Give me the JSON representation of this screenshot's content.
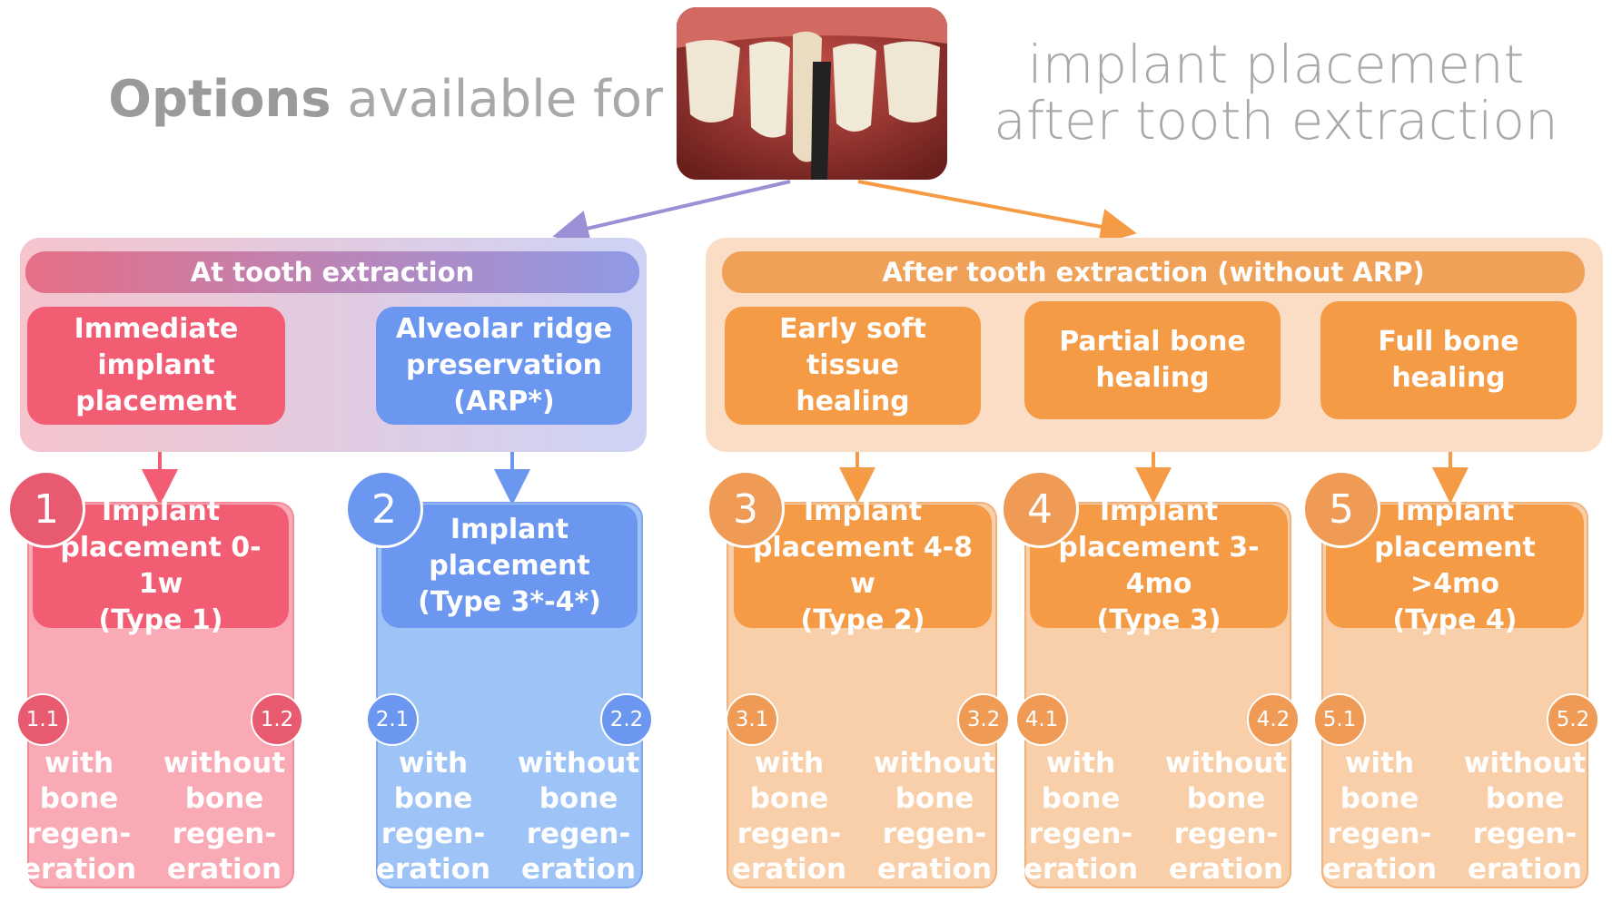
{
  "title": {
    "left_bold": "Options",
    "left_rest": " available for",
    "right_line1": "implant placement",
    "right_line2": "after tooth extraction"
  },
  "colors": {
    "pink": "#f25d73",
    "pink_light": "#f9aab5",
    "blue": "#6b97f0",
    "blue_light": "#9ec3f7",
    "orange": "#f59a45",
    "orange_light": "#f9cfa9",
    "title_gray": "#a8a8a8"
  },
  "photo": {
    "name": "tooth-extraction-photo"
  },
  "groups": {
    "at": {
      "label": "At tooth extraction"
    },
    "after": {
      "label": "After tooth extraction (without ARP)"
    }
  },
  "options": [
    {
      "id": "1",
      "condition": "Immediate\nimplant\nplacement",
      "placement": "Implant\nplacement 0-1w\n(Type 1)",
      "sub": [
        {
          "id": "1.1",
          "text": "with\nbone\nregen-\neration"
        },
        {
          "id": "1.2",
          "text": "without\nbone\nregen-\neration"
        }
      ]
    },
    {
      "id": "2",
      "condition": "Alveolar ridge\npreservation\n(ARP*)",
      "placement": "Implant\nplacement\n(Type 3*-4*)",
      "sub": [
        {
          "id": "2.1",
          "text": "with\nbone\nregen-\neration"
        },
        {
          "id": "2.2",
          "text": "without\nbone\nregen-\neration"
        }
      ]
    },
    {
      "id": "3",
      "condition": "Early soft tissue\nhealing",
      "placement": "Implant\nplacement 4-8 w\n(Type 2)",
      "sub": [
        {
          "id": "3.1",
          "text": "with\nbone\nregen-\neration"
        },
        {
          "id": "3.2",
          "text": "without\nbone\nregen-\neration"
        }
      ]
    },
    {
      "id": "4",
      "condition": "Partial bone\nhealing",
      "placement": "Implant\nplacement 3-4mo\n(Type 3)",
      "sub": [
        {
          "id": "4.1",
          "text": "with\nbone\nregen-\neration"
        },
        {
          "id": "4.2",
          "text": "without\nbone\nregen-\neration"
        }
      ]
    },
    {
      "id": "5",
      "condition": "Full bone\nhealing",
      "placement": "Implant\nplacement >4mo\n(Type 4)",
      "sub": [
        {
          "id": "5.1",
          "text": "with\nbone\nregen-\neration"
        },
        {
          "id": "5.2",
          "text": "without\nbone\nregen-\neration"
        }
      ]
    }
  ]
}
